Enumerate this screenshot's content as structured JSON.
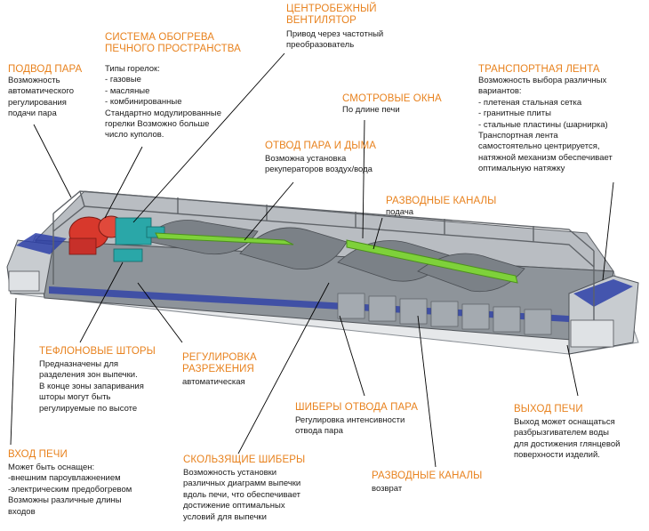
{
  "colors": {
    "title": "#e8821e",
    "text": "#1a1a1a",
    "leader": "#000000",
    "oven_frame": "#6b6f75",
    "oven_body": "#9aa0a6",
    "burner_red": "#d8382c",
    "teal": "#2aa7a8",
    "steam_pipe_green": "#7ed13a",
    "conveyor_blue": "#2d3fa8"
  },
  "icons": {
    "oven": "tunnel-oven-3d-illustration"
  },
  "labels": {
    "steam_supply": {
      "title": "ПОДВОД ПАРА",
      "lines": [
        "Возможность",
        "автоматического",
        "регулирования",
        "подачи пара"
      ]
    },
    "heating_system": {
      "title_lines": [
        "СИСТЕМА ОБОГРЕВА",
        "ПЕЧНОГО ПРОСТРАНСТВА"
      ],
      "intro": "Типы горелок:",
      "items": [
        "газовые",
        "масляные",
        "комбинированные"
      ],
      "tail_lines": [
        "Стандартно модулированные",
        "горелки Возможно больше",
        "число куполов."
      ]
    },
    "centrifugal_fan": {
      "title_lines": [
        "ЦЕНТРОБЕЖНЫЙ",
        "ВЕНТИЛЯТОР"
      ],
      "lines": [
        "Привод через частотный",
        "преобразователь"
      ]
    },
    "viewing_windows": {
      "title": "СМОТРОВЫЕ ОКНА",
      "lines": [
        "По длине печи"
      ]
    },
    "conveyor_belt": {
      "title": "ТРАНСПОРТНАЯ ЛЕНТА",
      "lines": [
        "Возможность выбора различных",
        "вариантов:"
      ],
      "items": [
        "плетеная стальная сетка",
        "гранитные плиты",
        "стальные пластины (шарнирка)"
      ],
      "tail_lines": [
        "Транспортная  лента",
        "самостоятельно центрируется,",
        "натяжной механизм обеспечивает",
        "оптимальную натяжку"
      ]
    },
    "steam_smoke_exhaust": {
      "title": "ОТВОД ПАРА И ДЫМА",
      "lines": [
        "Возможна установка",
        "рекуператоров воздух/вода"
      ]
    },
    "distribution_channels_supply": {
      "title": "РАЗВОДНЫЕ КАНАЛЫ",
      "lines": [
        "подача"
      ]
    },
    "teflon_curtains": {
      "title": "ТЕФЛОНОВЫЕ ШТОРЫ",
      "lines": [
        "Предназначены для",
        "разделения зон выпечки.",
        "В конце зоны запаривания",
        "шторы могут быть",
        "регулируемые по высоте"
      ]
    },
    "vacuum_control": {
      "title_lines": [
        "РЕГУЛИРОВКА",
        "РАЗРЕЖЕНИЯ"
      ],
      "lines": [
        "автоматическая"
      ]
    },
    "steam_dampers": {
      "title": "ШИБЕРЫ ОТВОДА ПАРА",
      "lines": [
        "Регулировка интенсивности",
        "отвода пара"
      ]
    },
    "oven_exit": {
      "title": "ВЫХОД ПЕЧИ",
      "lines": [
        "Выход может оснащаться",
        "разбрызгивателем воды",
        "для достижения глянцевой",
        "поверхности изделий."
      ]
    },
    "oven_entry": {
      "title": "ВХОД ПЕЧИ",
      "lines": [
        "Может быть оснащен:",
        "-внешним пароувлажнением",
        "-электрическим предобогревом",
        "Возможны различные длины",
        "входов"
      ]
    },
    "sliding_dampers": {
      "title": "СКОЛЬЗЯЩИЕ ШИБЕРЫ",
      "lines": [
        "Возможность установки",
        "различных диаграмм выпечки",
        "вдоль печи, что обеспечивает",
        "достижение оптимальных",
        "условий для выпечки"
      ]
    },
    "distribution_channels_return": {
      "title": "РАЗВОДНЫЕ КАНАЛЫ",
      "lines": [
        "возврат"
      ]
    }
  }
}
